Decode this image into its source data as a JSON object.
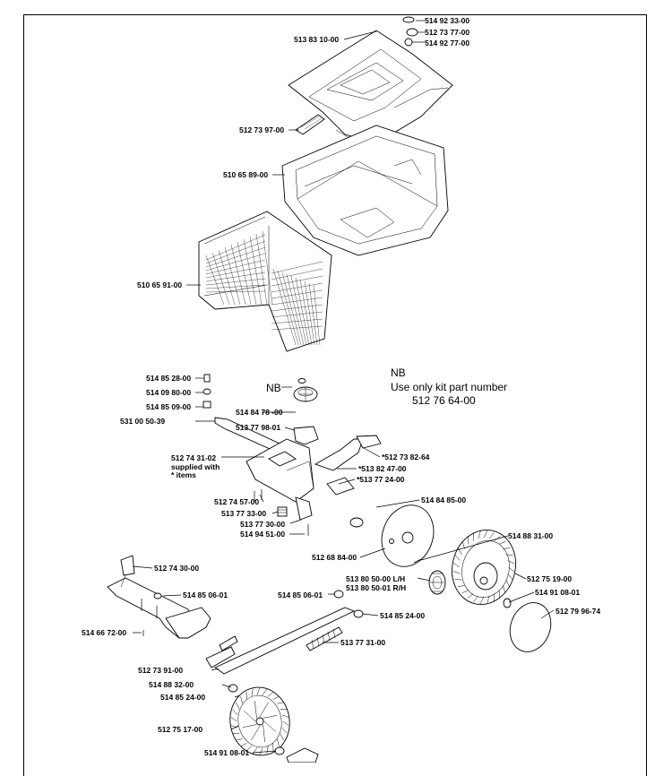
{
  "note": {
    "heading": "NB",
    "line1": "Use only kit part number",
    "kit_number": "512 76 64-00",
    "nb_marker": "NB"
  },
  "labels": {
    "p514_92_33_00": "514 92 33-00",
    "p512_73_77_00": "512 73 77-00",
    "p514_92_77_00": "514 92 77-00",
    "p513_83_10_00": "513 83 10-00",
    "p512_73_97_00": "512 73 97-00",
    "p510_65_89_00": "510 65 89-00",
    "p510_65_91_00": "510 65 91-00",
    "p514_85_28_00": "514 85 28-00",
    "p514_09_80_00": "514 09 80-00",
    "p514_85_09_00": "514 85 09-00",
    "p531_00_50_39": "531 00 50-39",
    "p514_84_78_00": "514 84 78 -00",
    "p513_77_98_01": "513 77 98-01",
    "p512_74_31_02": "512 74 31-02",
    "supplied_with": "supplied with",
    "items": "* items",
    "p512_73_82_64": "*512 73 82-64",
    "p513_82_47_00": "*513 82 47-00",
    "p513_77_24_00": "*513 77 24-00",
    "p512_74_57_00": "512 74 57-00",
    "p513_77_33_00": "513 77 33-00",
    "p513_77_30_00": "513 77 30-00",
    "p514_94_51_00": "514 94 51-00",
    "p514_84_85_00": "514 84 85-00",
    "p514_88_31_00": "514 88 31-00",
    "p512_68_84_00": "512 68 84-00",
    "p512_74_30_00": "512 74 30-00",
    "p513_80_50_00": "513 80 50-00 L/H",
    "p513_80_50_01": "513 80 50-01 R/H",
    "p512_75_19_00": "512 75 19-00",
    "p514_85_06_01a": "514 85 06-01",
    "p514_85_06_01b": "514 85 06-01",
    "p514_91_08_01a": "514 91 08-01",
    "p512_79_96_74": "512 79 96-74",
    "p514_66_72_00": "514 66 72-00",
    "p514_85_24_00a": "514 85 24-00",
    "p513_77_31_00": "513 77 31-00",
    "p512_73_91_00": "512 73 91-00",
    "p514_88_32_00": "514 88 32-00",
    "p514_85_24_00b": "514 85 24-00",
    "p512_75_17_00": "512 75 17-00",
    "p514_91_08_01b": "514 91 08-01"
  }
}
